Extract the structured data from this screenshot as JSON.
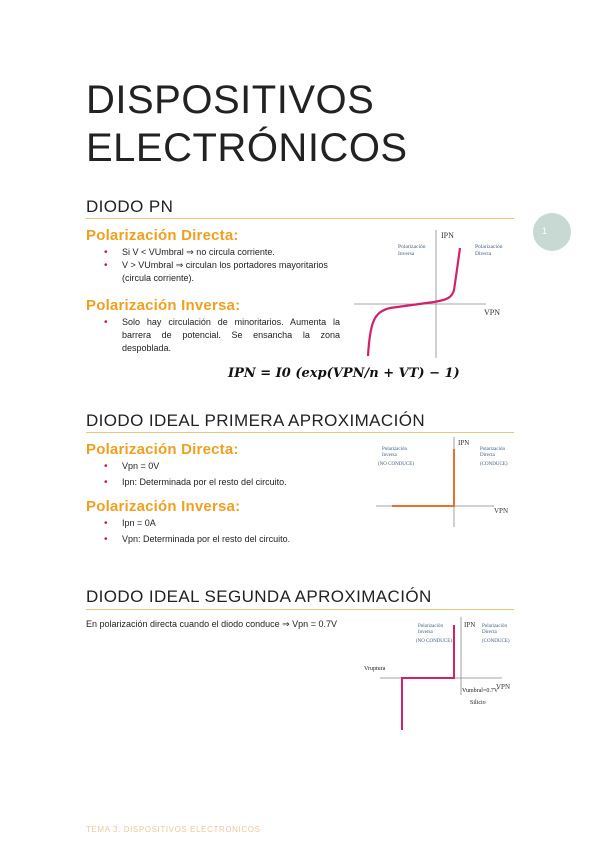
{
  "page": {
    "title_line1": "DISPOSITIVOS",
    "title_line2": "ELECTRÓNICOS",
    "page_badge": "1",
    "footer": "TEMA 3: DISPOSITIVOS ELECTRONICOS"
  },
  "section1": {
    "heading": "DIODO PN",
    "directa_heading": "Polarización Directa:",
    "directa_items": [
      "Si V < VUmbral ⇒ no circula corriente.",
      "V > VUmbral ⇒ circulan los portadores mayoritarios (circula corriente)."
    ],
    "inversa_heading": "Polarización Inversa:",
    "inversa_items": [
      "Solo hay circulación de minoritarios. Aumenta la barrera de potencial. Se ensancha la zona despoblada."
    ],
    "formula": "IPN = I0 (exp(VPN/n + VT) − 1)",
    "graph": {
      "y_label": "IPN",
      "x_label": "VPN",
      "left_label_1": "Polarización",
      "left_label_2": "Inversa",
      "right_label_1": "Polarización",
      "right_label_2": "Directa"
    }
  },
  "section2": {
    "heading": "DIODO IDEAL PRIMERA APROXIMACIÓN",
    "directa_heading": "Polarización Directa:",
    "directa_items": [
      "Vpn = 0V",
      "Ipn: Determinada por el resto del circuito."
    ],
    "inversa_heading": "Polarización Inversa:",
    "inversa_items": [
      "Ipn = 0A",
      "Vpn: Determinada por el resto del circuito."
    ],
    "graph": {
      "y_label": "IPN",
      "x_label": "VPN",
      "left_label_1": "Polarización",
      "left_label_2": "Inversa",
      "left_label_3": "(NO CONDUCE)",
      "right_label_1": "Polarización",
      "right_label_2": "Directa",
      "right_label_3": "(CONDUCE)"
    }
  },
  "section3": {
    "heading": "DIODO IDEAL SEGUNDA APROXIMACIÓN",
    "text": "En polarización directa cuando el diodo conduce ⇒ Vpn = 0.7V",
    "graph": {
      "y_label": "IPN",
      "x_label": "VPN",
      "left_label_1": "Polarización",
      "left_label_2": "Inversa",
      "left_label_3": "(NO CONDUCE)",
      "right_label_1": "Polarización",
      "right_label_2": "Directa",
      "right_label_3": "(CONDUCE)",
      "vruptura": "Vruptura",
      "vumbral": "Vumbral=0.7V",
      "material": "Silicio"
    }
  },
  "colors": {
    "accent": "#f0a020",
    "curve": "#d0206e",
    "rule": "#e8c77a",
    "badge": "#c7d9d2"
  }
}
